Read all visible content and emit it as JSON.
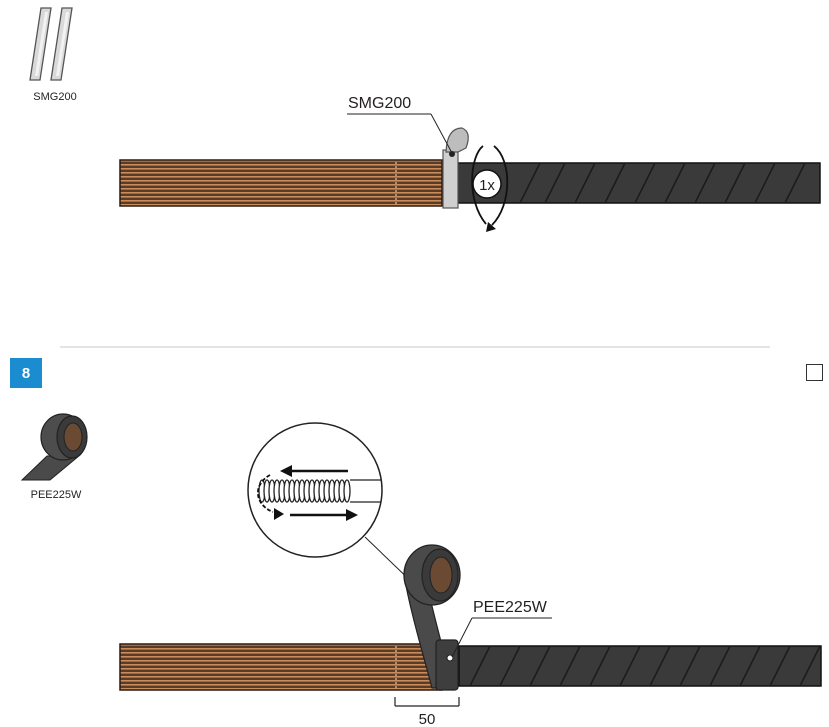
{
  "step1": {
    "icon_label": "SMG200",
    "callout": "SMG200",
    "turns": "1x"
  },
  "step8": {
    "number": "8",
    "icon_label": "PEE225W",
    "callout": "PEE225W",
    "dimension": "50"
  },
  "colors": {
    "step_badge": "#1a8ccf",
    "tape_dark": "#4a4a4a",
    "cable_brown": "#6b4a33",
    "cable_dark": "#3a3a3a"
  },
  "icons": [
    "smg200-strips-icon",
    "pee225w-tape-roll-icon",
    "rotation-arrow-icon",
    "wrap-direction-arrows-icon",
    "checkbox-icon"
  ]
}
